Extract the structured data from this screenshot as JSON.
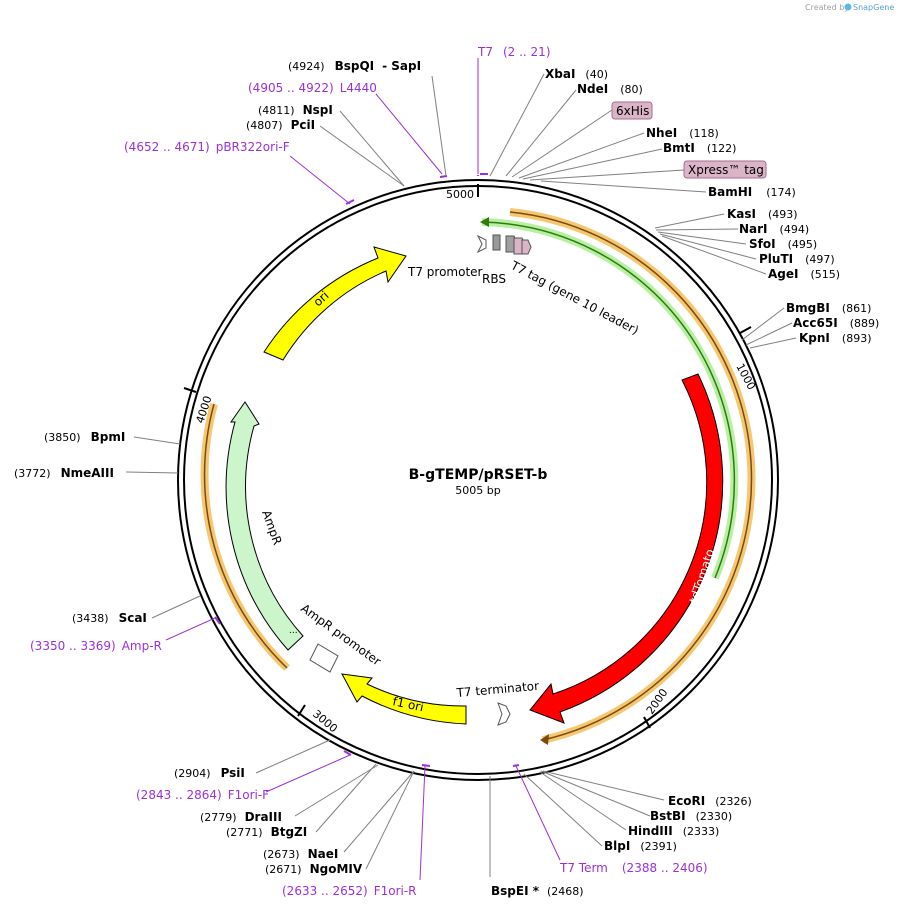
{
  "creator": {
    "created_by": "Created by",
    "brand": "SnapGene"
  },
  "plasmid": {
    "name": "B-gTEMP/pRSET-b",
    "size": "5005 bp"
  },
  "ticks": [
    "5000",
    "1000",
    "2000",
    "3000",
    "4000"
  ],
  "enzymes": [
    {
      "pos": "(4924)",
      "name": "BspQI",
      "extra": "-  SapI"
    },
    {
      "pos": "(4811)",
      "name": "NspI"
    },
    {
      "pos": "(4807)",
      "name": "PciI"
    },
    {
      "name": "XbaI",
      "pos": "(40)"
    },
    {
      "name": "NdeI",
      "pos": "(80)"
    },
    {
      "name": "NheI",
      "pos": "(118)"
    },
    {
      "name": "BmtI",
      "pos": "(122)"
    },
    {
      "name": "BamHI",
      "pos": "(174)"
    },
    {
      "name": "KasI",
      "pos": "(493)"
    },
    {
      "name": "NarI",
      "pos": "(494)"
    },
    {
      "name": "SfoI",
      "pos": "(495)"
    },
    {
      "name": "PluTI",
      "pos": "(497)"
    },
    {
      "name": "AgeI",
      "pos": "(515)"
    },
    {
      "name": "BmgBI",
      "pos": "(861)"
    },
    {
      "name": "Acc65I",
      "pos": "(889)"
    },
    {
      "name": "KpnI",
      "pos": "(893)"
    },
    {
      "pos": "(3850)",
      "name": "BpmI"
    },
    {
      "pos": "(3772)",
      "name": "NmeAIII"
    },
    {
      "pos": "(3438)",
      "name": "ScaI"
    },
    {
      "pos": "(2904)",
      "name": "PsiI"
    },
    {
      "pos": "(2779)",
      "name": "DraIII"
    },
    {
      "pos": "(2771)",
      "name": "BtgZI"
    },
    {
      "pos": "(2673)",
      "name": "NaeI"
    },
    {
      "pos": "(2671)",
      "name": "NgoMIV"
    },
    {
      "name": "EcoRI",
      "pos": "(2326)"
    },
    {
      "name": "BstBI",
      "pos": "(2330)"
    },
    {
      "name": "HindIII",
      "pos": "(2333)"
    },
    {
      "name": "BlpI",
      "pos": "(2391)"
    },
    {
      "name": "BspEI *",
      "pos": "(2468)"
    }
  ],
  "primers": [
    {
      "name": "T7",
      "pos": "(2 .. 21)"
    },
    {
      "pos": "(4905 .. 4922)",
      "name": "L4440"
    },
    {
      "pos": "(4652 .. 4671)",
      "name": "pBR322ori-F"
    },
    {
      "pos": "(3350 .. 3369)",
      "name": "Amp-R"
    },
    {
      "pos": "(2843 .. 2864)",
      "name": "F1ori-F"
    },
    {
      "pos": "(2633 .. 2652)",
      "name": "F1ori-R"
    },
    {
      "name": "T7 Term",
      "pos": "(2388 .. 2406)"
    }
  ],
  "boxed_features": [
    "6xHis",
    "Xpress™ tag"
  ],
  "features": {
    "t7_promoter": "T7 promoter",
    "rbs": "RBS",
    "t7_tag": "T7 tag (gene 10 leader)",
    "ori": "ori",
    "ampr": "AmpR",
    "ampr_promoter": "AmpR promoter",
    "f1_ori": "f1 ori",
    "t7_terminator": "T7 terminator",
    "tdtomato": "tdTomato",
    "ellipsis": "..."
  },
  "colors": {
    "primer": "#9b30d9",
    "tdtomato": "#ff0000",
    "ori": "#ffff00",
    "ampr": "#ccf5cc",
    "orf_orange": "#f5c770",
    "orf_green": "#b7f0a0",
    "box": "#dcb4c8"
  }
}
